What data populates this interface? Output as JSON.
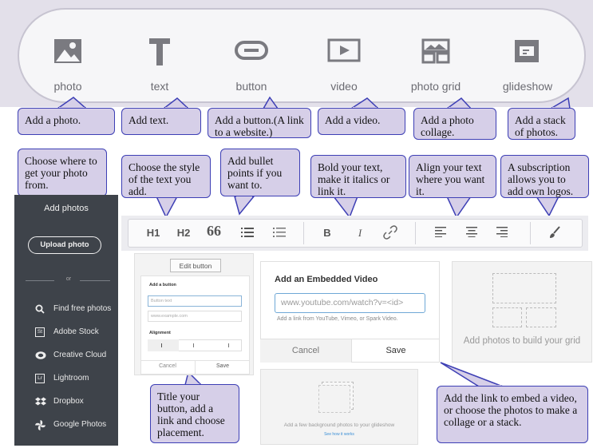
{
  "toolbar": {
    "items": [
      {
        "label": "photo",
        "icon": "image-icon"
      },
      {
        "label": "text",
        "icon": "text-t-icon"
      },
      {
        "label": "button",
        "icon": "button-pill-icon"
      },
      {
        "label": "video",
        "icon": "play-icon"
      },
      {
        "label": "photo grid",
        "icon": "grid-icon"
      },
      {
        "label": "glideshow",
        "icon": "glideshow-icon"
      }
    ]
  },
  "callouts": {
    "photo": "Add a photo.",
    "text": "Add text.",
    "button": "Add a button.(A link to a website.)",
    "video": "Add a video.",
    "photo_grid": "Add a photo collage.",
    "glideshow": "Add a stack of photos.",
    "source": "Choose where to get your photo from.",
    "style": "Choose the style of the text you add.",
    "bullets": "Add bullet points if you want to.",
    "bold": "Bold your text, make it italics or link it.",
    "align": "Align your text where you want it.",
    "subscription": "A subscription allows you to add own logos.",
    "title_button": "Title your button, add a link and choose placement.",
    "embed": "Add the link to embed a video, or choose the photos to make a collage or a stack."
  },
  "format_bar": {
    "h1": "H1",
    "h2": "H2",
    "quote": "66",
    "bold": "B",
    "italic": "I"
  },
  "sidebar": {
    "title": "Add photos",
    "upload_label": "Upload photo",
    "divider": "or",
    "items": [
      {
        "label": "Find free photos",
        "icon": "search-icon"
      },
      {
        "label": "Adobe Stock",
        "icon": "adobe-stock-icon",
        "badge": "St"
      },
      {
        "label": "Creative Cloud",
        "icon": "creative-cloud-icon"
      },
      {
        "label": "Lightroom",
        "icon": "lightroom-icon",
        "badge": "Lr"
      },
      {
        "label": "Dropbox",
        "icon": "dropbox-icon"
      },
      {
        "label": "Google Photos",
        "icon": "google-photos-icon"
      }
    ]
  },
  "button_panel": {
    "edit_label": "Edit button",
    "add_heading": "Add a button",
    "text_placeholder": "Button text",
    "link_placeholder": "www.example.com",
    "alignment_heading": "Alignment",
    "cancel": "Cancel",
    "save": "Save"
  },
  "video_panel": {
    "heading": "Add an Embedded Video",
    "placeholder": "www.youtube.com/watch?v=<id>",
    "hint": "Add a link from YouTube, Vimeo, or Spark Video.",
    "cancel": "Cancel",
    "save": "Save"
  },
  "grid_panel": {
    "label": "Add photos to build your grid"
  },
  "glideshow_panel": {
    "label": "Add a few background photos to your glideshow",
    "link": "See how it works"
  }
}
